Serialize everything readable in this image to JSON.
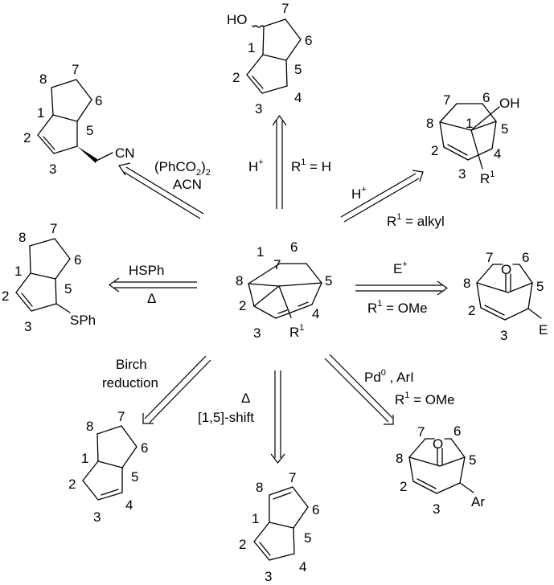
{
  "title": "Reaction scheme of tricyclo[3.3.0.0]octene derivatives (R1-substituted)",
  "central": {
    "name": "tricyclic-octene-substrate",
    "atom_labels": [
      "1",
      "2",
      "3",
      "4",
      "5",
      "6",
      "7",
      "8"
    ],
    "substituent": "R",
    "substituent_sup": "1"
  },
  "reactions": [
    {
      "id": "radical-cyanomethyl",
      "direction": "upper-left",
      "conditions": [
        "(PhCO",
        "2",
        ")",
        "2",
        "ACN"
      ],
      "product": {
        "atom_labels": [
          "1",
          "2",
          "3",
          "5",
          "6",
          "7",
          "8"
        ],
        "group": "CN"
      }
    },
    {
      "id": "acid-h",
      "direction": "up",
      "conditions_left": "H",
      "conditions_left_sup": "+",
      "conditions_right": [
        "R",
        "1",
        " = H"
      ],
      "product": {
        "atom_labels": [
          "1",
          "2",
          "3",
          "4",
          "5",
          "6",
          "7"
        ],
        "group": "HO"
      }
    },
    {
      "id": "acid-alkyl",
      "direction": "upper-right",
      "conditions_above": "H",
      "conditions_above_sup": "+",
      "conditions_below": [
        "R",
        "1",
        " = alkyl"
      ],
      "product": {
        "atom_labels": [
          "1",
          "2",
          "3",
          "4",
          "5",
          "6",
          "7",
          "8"
        ],
        "group": "OH",
        "substituent": "R",
        "substituent_sup": "1"
      }
    },
    {
      "id": "thiol",
      "direction": "left",
      "conditions_above": "HSPh",
      "conditions_below": "Δ",
      "product": {
        "atom_labels": [
          "1",
          "2",
          "3",
          "5",
          "6",
          "7",
          "8"
        ],
        "group": "SPh"
      }
    },
    {
      "id": "electrophile",
      "direction": "right",
      "conditions_above": "E",
      "conditions_above_sup": "+",
      "conditions_below": [
        "R",
        "1",
        " = OMe"
      ],
      "product": {
        "atom_labels": [
          "2",
          "3",
          "5",
          "6",
          "7",
          "8"
        ],
        "carbonyl": "O",
        "group": "E"
      }
    },
    {
      "id": "birch",
      "direction": "lower-left",
      "conditions": [
        "Birch",
        "reduction"
      ],
      "product": {
        "atom_labels": [
          "1",
          "2",
          "3",
          "4",
          "5",
          "6",
          "7",
          "8"
        ]
      }
    },
    {
      "id": "sigmatropic",
      "direction": "down",
      "conditions": [
        "Δ",
        "[1,5]-shift"
      ],
      "product": {
        "atom_labels": [
          "1",
          "2",
          "3",
          "4",
          "5",
          "6",
          "7",
          "8"
        ]
      }
    },
    {
      "id": "palladium",
      "direction": "lower-right",
      "conditions": [
        "Pd",
        "0",
        " , ArI",
        "R",
        "1",
        " = OMe"
      ],
      "product": {
        "atom_labels": [
          "2",
          "3",
          "5",
          "6",
          "7",
          "8"
        ],
        "carbonyl": "O",
        "group": "Ar"
      }
    }
  ]
}
